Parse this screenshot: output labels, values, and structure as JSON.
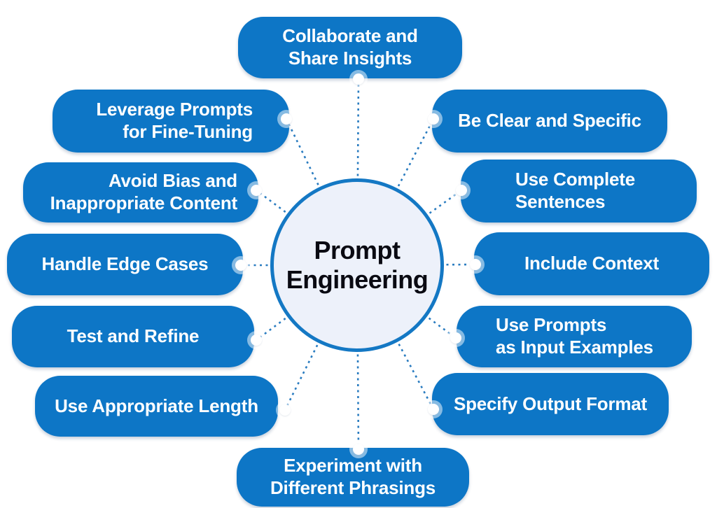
{
  "center": {
    "label": "Prompt\nEngineering"
  },
  "theme": {
    "pill_color": "#0d76c6",
    "pill_text_color": "#ffffff",
    "circle_fill": "#edf1fa",
    "circle_border_color": "#1478c4",
    "center_text_color": "#0a0a12",
    "connector_line_color": "#2a7cc0",
    "connector_dot_color": "#ffffff",
    "background": "#ffffff"
  },
  "nodes": [
    {
      "label": "Collaborate and\nShare Insights"
    },
    {
      "label": "Be Clear and Specific"
    },
    {
      "label": "Use Complete\nSentences"
    },
    {
      "label": "Include Context"
    },
    {
      "label": "Use Prompts\nas Input Examples"
    },
    {
      "label": "Specify Output Format"
    },
    {
      "label": "Experiment with\nDifferent Phrasings"
    },
    {
      "label": "Use Appropriate Length"
    },
    {
      "label": "Test and Refine"
    },
    {
      "label": "Handle Edge Cases"
    },
    {
      "label": "Avoid Bias and\nInappropriate Content"
    },
    {
      "label": "Leverage Prompts\nfor Fine-Tuning"
    }
  ]
}
